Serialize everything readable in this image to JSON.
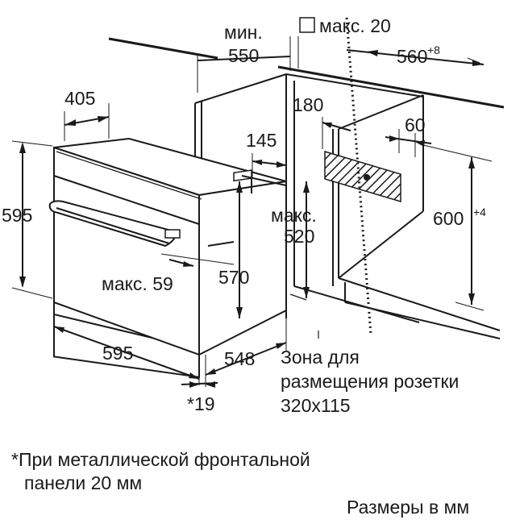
{
  "labels": {
    "min_550_top": "мин.",
    "min_550_value": "550",
    "max_20": "макс. 20",
    "d_560": "560",
    "d_560_sup": "+8",
    "d_405": "405",
    "d_180": "180",
    "d_60": "60",
    "d_145": "145",
    "d_595_height": "595",
    "max_520_top": "макс.",
    "max_520_value": "520",
    "d_600": "600",
    "d_600_sup": "+4",
    "max_59": "макс. 59",
    "d_570": "570",
    "d_595_width": "595",
    "d_548": "548",
    "d_19": "*19"
  },
  "zone": {
    "line1": "Зона для",
    "line2": "размещения розетки",
    "line3": "320x115"
  },
  "footnote": {
    "line1": "*При металлической фронтальной",
    "line2": "панели 20 мм"
  },
  "units_note": "Размеры в мм"
}
